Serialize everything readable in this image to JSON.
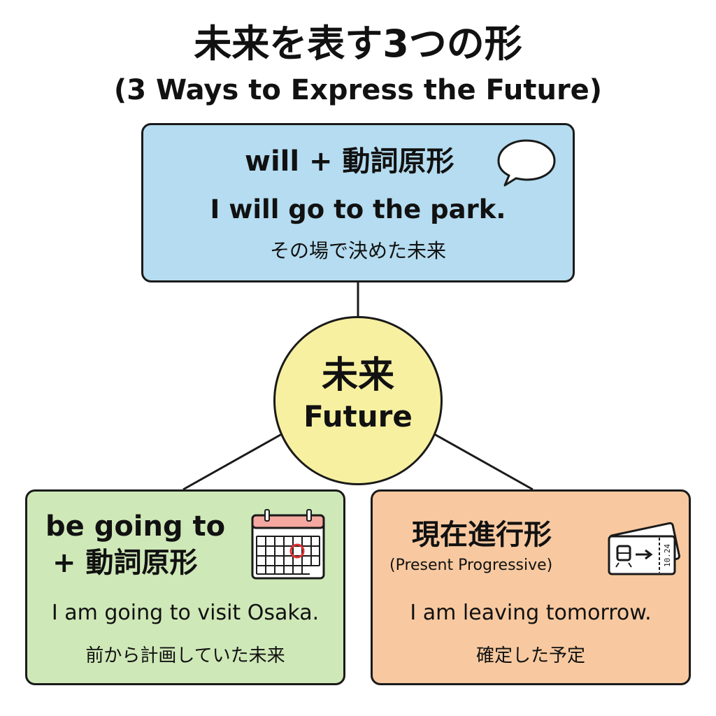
{
  "title": "未来を表す3つの形",
  "subtitle": "(3 Ways to Express the Future)",
  "center": {
    "label_ja": "未来",
    "label_en": "Future"
  },
  "will_box": {
    "heading": "will + 動詞原形",
    "example": "I will go to the park.",
    "note": "その場で決めた未来",
    "icon": "speech-bubble-icon",
    "color": "#b5dcf0"
  },
  "going_box": {
    "heading_line1": "be going to",
    "heading_line2": "+ 動詞原形",
    "example": "I am going to visit Osaka.",
    "note": "前から計画していた未来",
    "icon": "calendar-icon",
    "color": "#cfe8b8"
  },
  "progressive_box": {
    "heading": "現在進行形",
    "subheading": "(Present Progressive)",
    "example": "I am leaving tomorrow.",
    "note": "確定した予定",
    "icon": "train-ticket-icon",
    "ticket_text": "10.24",
    "color": "#f8c9a0"
  },
  "center_color": "#f7f0a0"
}
